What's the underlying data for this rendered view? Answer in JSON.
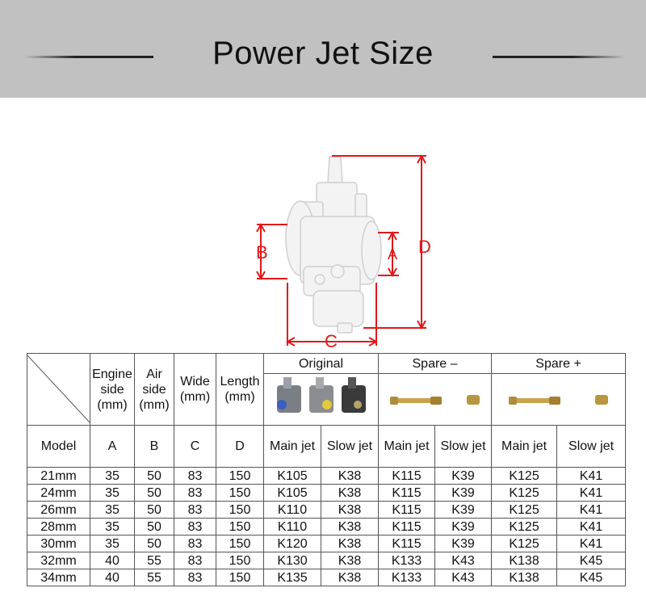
{
  "banner": {
    "title": "Power Jet Size"
  },
  "diagram": {
    "labels": {
      "a": "A",
      "b": "B",
      "c": "C",
      "d": "D"
    }
  },
  "colors": {
    "banner_bg": "#c1c1c1",
    "accent_red": "#e01919"
  },
  "table": {
    "headers": {
      "engine": "Engine side (mm)",
      "air": "Air side (mm)",
      "wide": "Wide (mm)",
      "length": "Length (mm)",
      "original": "Original",
      "spare_minus": "Spare –",
      "spare_plus": "Spare +"
    },
    "subheaders": {
      "model": "Model",
      "a": "A",
      "b": "B",
      "c": "C",
      "d": "D",
      "orig_main": "Main jet",
      "orig_slow": "Slow jet",
      "minus_main": "Main jet",
      "minus_slow": "Slow jet",
      "plus_main": "Main jet",
      "plus_slow": "Slow jet"
    },
    "rows": [
      {
        "model": "21mm",
        "a": "35",
        "b": "50",
        "c": "83",
        "d": "150",
        "om": "K105",
        "os": "K38",
        "mm": "K115",
        "ms": "K39",
        "pm": "K125",
        "ps": "K41"
      },
      {
        "model": "24mm",
        "a": "35",
        "b": "50",
        "c": "83",
        "d": "150",
        "om": "K105",
        "os": "K38",
        "mm": "K115",
        "ms": "K39",
        "pm": "K125",
        "ps": "K41"
      },
      {
        "model": "26mm",
        "a": "35",
        "b": "50",
        "c": "83",
        "d": "150",
        "om": "K110",
        "os": "K38",
        "mm": "K115",
        "ms": "K39",
        "pm": "K125",
        "ps": "K41"
      },
      {
        "model": "28mm",
        "a": "35",
        "b": "50",
        "c": "83",
        "d": "150",
        "om": "K110",
        "os": "K38",
        "mm": "K115",
        "ms": "K39",
        "pm": "K125",
        "ps": "K41"
      },
      {
        "model": "30mm",
        "a": "35",
        "b": "50",
        "c": "83",
        "d": "150",
        "om": "K120",
        "os": "K38",
        "mm": "K115",
        "ms": "K39",
        "pm": "K125",
        "ps": "K41"
      },
      {
        "model": "32mm",
        "a": "40",
        "b": "55",
        "c": "83",
        "d": "150",
        "om": "K130",
        "os": "K38",
        "mm": "K133",
        "ms": "K43",
        "pm": "K138",
        "ps": "K45"
      },
      {
        "model": "34mm",
        "a": "40",
        "b": "55",
        "c": "83",
        "d": "150",
        "om": "K135",
        "os": "K38",
        "mm": "K133",
        "ms": "K43",
        "pm": "K138",
        "ps": "K45"
      }
    ]
  }
}
